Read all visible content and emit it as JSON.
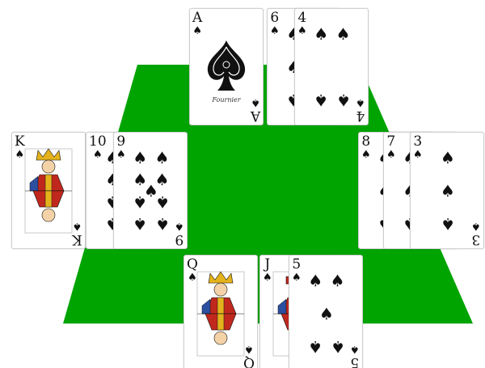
{
  "table": {
    "felt_color": "#00a400"
  },
  "hands": [
    {
      "seat": "north",
      "cards": [
        {
          "rank": "A",
          "suit": "spade",
          "symbol": "♠"
        },
        {
          "rank": "6",
          "suit": "spade",
          "symbol": "♠"
        },
        {
          "rank": "4",
          "suit": "spade",
          "symbol": "♠"
        }
      ]
    },
    {
      "seat": "west",
      "cards": [
        {
          "rank": "K",
          "suit": "spade",
          "symbol": "♠"
        },
        {
          "rank": "10",
          "suit": "spade",
          "symbol": "♠"
        },
        {
          "rank": "9",
          "suit": "spade",
          "symbol": "♠"
        }
      ]
    },
    {
      "seat": "east",
      "cards": [
        {
          "rank": "8",
          "suit": "spade",
          "symbol": "♠"
        },
        {
          "rank": "7",
          "suit": "spade",
          "symbol": "♠"
        },
        {
          "rank": "3",
          "suit": "spade",
          "symbol": "♠"
        }
      ]
    },
    {
      "seat": "south",
      "cards": [
        {
          "rank": "Q",
          "suit": "spade",
          "symbol": "♠"
        },
        {
          "rank": "J",
          "suit": "spade",
          "symbol": "♠"
        },
        {
          "rank": "5",
          "suit": "spade",
          "symbol": "♠"
        }
      ]
    }
  ],
  "ace_brand": "Fournier"
}
